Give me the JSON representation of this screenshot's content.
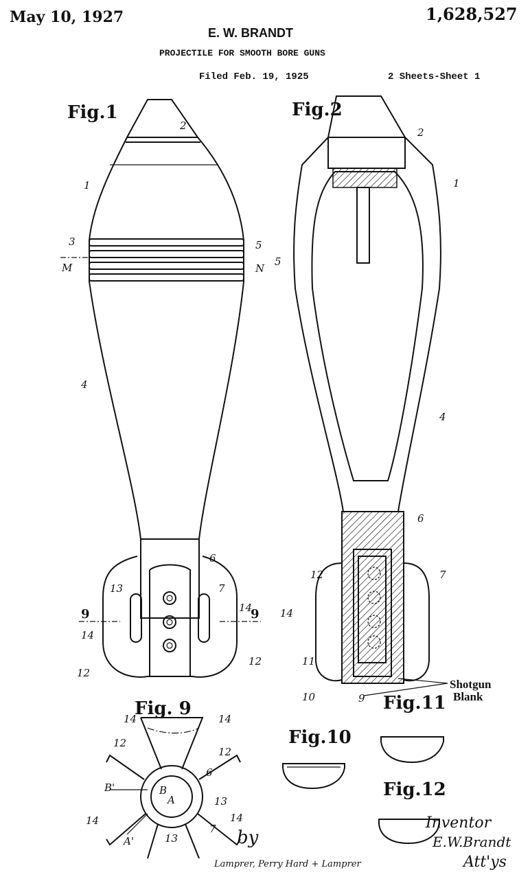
{
  "header": {
    "date": "May 10, 1927",
    "patent_number": "1,628,527",
    "inventor": "E. W. BRANDT",
    "title": "PROJECTILE FOR SMOOTH BORE GUNS",
    "filed": "Filed Feb. 19, 1925",
    "sheets": "2 Sheets-Sheet 1"
  },
  "figures": {
    "fig1": "Fig.1",
    "fig2": "Fig.2",
    "fig9": "Fig. 9",
    "fig10": "Fig.10",
    "fig11": "Fig.11",
    "fig12": "Fig.12"
  },
  "fig1_numerals": {
    "n1": "1",
    "n2": "2",
    "n3": "3",
    "n4": "4",
    "n5": "5",
    "nM": "M",
    "n6": "6",
    "n7": "7",
    "n9a": "9",
    "n9b": "9",
    "n12a": "12",
    "n12b": "12",
    "n13": "13",
    "n14a": "14",
    "n14b": "14"
  },
  "fig2_numerals": {
    "n1": "1",
    "n2": "2",
    "n4": "4",
    "n5": "5",
    "nN": "N",
    "n6": "6",
    "n7": "7",
    "n9": "9",
    "n10": "10",
    "n11": "11",
    "n12": "12",
    "n14": "14"
  },
  "fig9_numerals": {
    "n14a": "14",
    "n14b": "14",
    "n14c": "14",
    "n14d": "14",
    "n12a": "12",
    "n12b": "12",
    "n6": "6",
    "n13a": "13",
    "n13b": "13",
    "n7": "7",
    "nB": "B",
    "nBp": "B'",
    "nA": "A",
    "nAp": "A'"
  },
  "annotation": {
    "line1": "Shotgun",
    "line2": "Blank"
  },
  "signatures": {
    "inventor_label": "Inventor",
    "inventor_name": "E.W.Brandt",
    "by": "by",
    "attorneys": "Lamprer, Perry Hard + Lamprer",
    "attys": "Att'ys"
  }
}
